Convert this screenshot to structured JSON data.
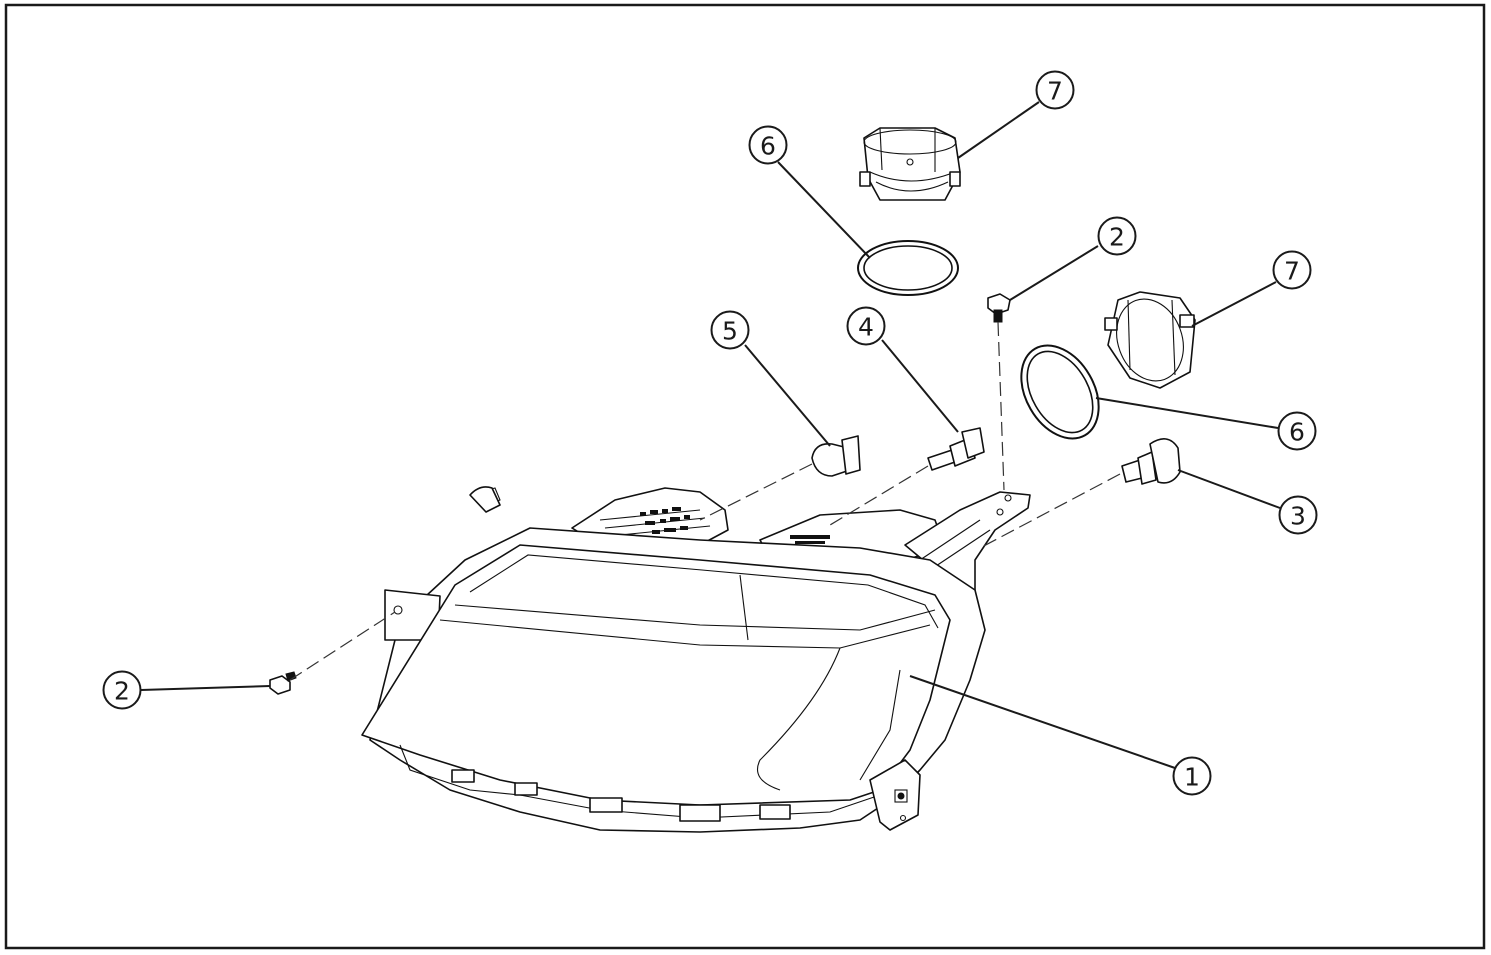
{
  "diagram": {
    "callouts": [
      {
        "id": "headlamp-assembly",
        "label": "1"
      },
      {
        "id": "screw-left",
        "label": "2"
      },
      {
        "id": "screw-top",
        "label": "2"
      },
      {
        "id": "bulb-right",
        "label": "3"
      },
      {
        "id": "bulb-small",
        "label": "4"
      },
      {
        "id": "bulb-side",
        "label": "5"
      },
      {
        "id": "seal-top",
        "label": "6"
      },
      {
        "id": "seal-right",
        "label": "6"
      },
      {
        "id": "cap-top",
        "label": "7"
      },
      {
        "id": "cap-right",
        "label": "7"
      }
    ]
  }
}
